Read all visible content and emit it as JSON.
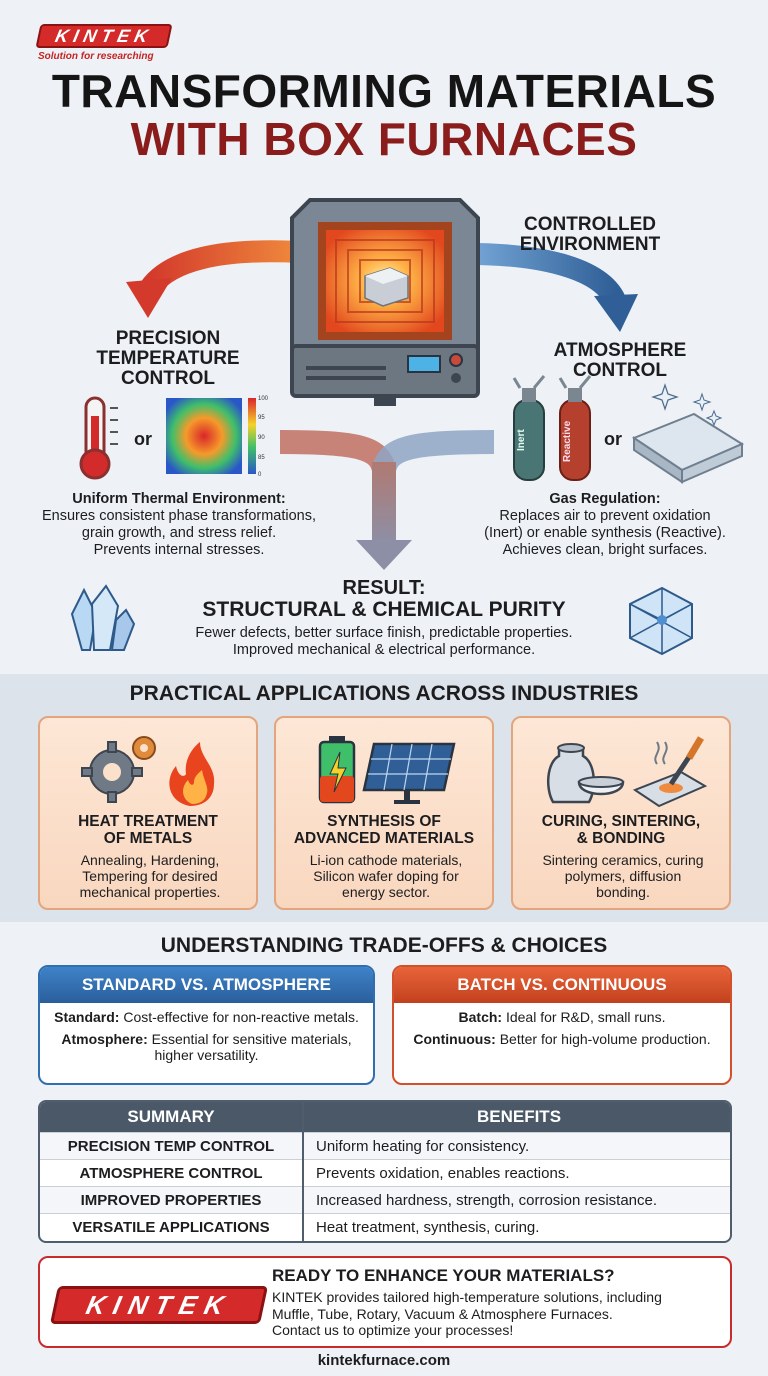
{
  "brand": {
    "logo_text": "KINTEK",
    "tagline": "Solution for researching",
    "color": "#d42a2a"
  },
  "title": {
    "line1": "TRANSFORMING MATERIALS",
    "line2": "WITH BOX FURNACES"
  },
  "hero": {
    "left_label": [
      "PRECISION",
      "TEMPERATURE",
      "CONTROL"
    ],
    "right_top_label": [
      "CONTROLLED",
      "ENVIRONMENT"
    ],
    "right_label": [
      "ATMOSPHERE",
      "CONTROL"
    ],
    "or_left": "or",
    "or_right": "or",
    "colorbar_ticks": [
      "100",
      "95",
      "90",
      "85",
      "0"
    ],
    "cylinder_labels": [
      "Inert",
      "Reactive"
    ],
    "left_block": {
      "title": "Uniform Thermal Environment:",
      "lines": [
        "Ensures consistent phase transformations,",
        "grain growth, and stress relief.",
        "Prevents internal stresses."
      ]
    },
    "right_block": {
      "title": "Gas Regulation:",
      "lines": [
        "Replaces air to prevent oxidation",
        "(Inert) or enable synthesis (Reactive).",
        "Achieves clean, bright surfaces."
      ]
    },
    "result": {
      "label": "RESULT:",
      "title": "STRUCTURAL & CHEMICAL PURITY",
      "lines": [
        "Fewer defects, better surface finish, predictable properties.",
        "Improved mechanical & electrical performance."
      ]
    }
  },
  "applications": {
    "heading": "PRACTICAL APPLICATIONS ACROSS INDUSTRIES",
    "cards": [
      {
        "title": [
          "HEAT TREATMENT",
          "OF METALS"
        ],
        "desc": [
          "Annealing, Hardening,",
          "Tempering for desired",
          "mechanical properties."
        ]
      },
      {
        "title": [
          "SYNTHESIS OF",
          "ADVANCED MATERIALS"
        ],
        "desc": [
          "Li-ion cathode materials,",
          "Silicon wafer doping for",
          "energy sector."
        ]
      },
      {
        "title": [
          "CURING, SINTERING,",
          "& BONDING"
        ],
        "desc": [
          "Sintering ceramics, curing",
          "polymers, diffusion",
          "bonding."
        ]
      }
    ]
  },
  "tradeoffs": {
    "heading": "UNDERSTANDING TRADE-OFFS & CHOICES",
    "left": {
      "title": "STANDARD vs. ATMOSPHERE",
      "l1_bold": "Standard:",
      "l1_text": " Cost-effective for non-reactive metals.",
      "l2_bold": "Atmosphere:",
      "l2_text": " Essential for sensitive materials, higher versatility.",
      "color": "#2f6fb0"
    },
    "right": {
      "title": "BATCH vs. CONTINUOUS",
      "l1_bold": "Batch:",
      "l1_text": " Ideal for R&D, small runs.",
      "l2_bold": "Continuous:",
      "l2_text": " Better for high-volume production.",
      "color": "#d2502a"
    }
  },
  "summary": {
    "col1": "SUMMARY",
    "col2": "BENEFITS",
    "rows": [
      {
        "label": "PRECISION TEMP CONTROL",
        "value": "Uniform heating for consistency."
      },
      {
        "label": "ATMOSPHERE CONTROL",
        "value": "Prevents oxidation, enables reactions."
      },
      {
        "label": "IMPROVED PROPERTIES",
        "value": "Increased hardness, strength, corrosion resistance."
      },
      {
        "label": "VERSATILE APPLICATIONS",
        "value": "Heat treatment, synthesis, curing."
      }
    ]
  },
  "cta": {
    "logo_text": "KINTEK",
    "heading": "READY TO ENHANCE YOUR MATERIALS?",
    "lines": [
      "KINTEK provides tailored high-temperature solutions, including",
      "Muffle, Tube, Rotary, Vacuum & Atmosphere Furnaces.",
      "Contact us to optimize your processes!"
    ]
  },
  "footer": {
    "url": "kintekfurnace.com"
  }
}
